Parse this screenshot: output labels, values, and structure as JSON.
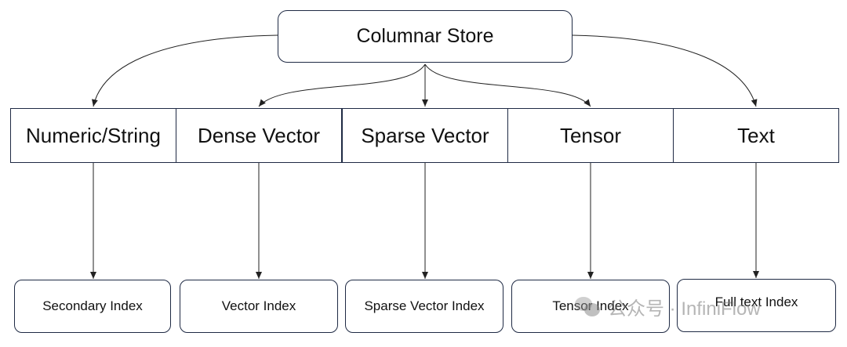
{
  "diagram": {
    "root": {
      "label": "Columnar Store"
    },
    "data_types": [
      {
        "label": "Numeric/String"
      },
      {
        "label": "Dense Vector"
      },
      {
        "label": "Sparse Vector"
      },
      {
        "label": "Tensor"
      },
      {
        "label": "Text"
      }
    ],
    "indexes": [
      {
        "label": "Secondary Index"
      },
      {
        "label": "Vector Index"
      },
      {
        "label": "Sparse Vector Index"
      },
      {
        "label": "Tensor Index"
      },
      {
        "label": "Full text Index"
      }
    ],
    "edges": [
      {
        "from": "Columnar Store",
        "to": "Numeric/String"
      },
      {
        "from": "Columnar Store",
        "to": "Dense Vector"
      },
      {
        "from": "Columnar Store",
        "to": "Sparse Vector"
      },
      {
        "from": "Columnar Store",
        "to": "Tensor"
      },
      {
        "from": "Columnar Store",
        "to": "Text"
      },
      {
        "from": "Numeric/String",
        "to": "Secondary Index"
      },
      {
        "from": "Dense Vector",
        "to": "Vector Index"
      },
      {
        "from": "Sparse Vector",
        "to": "Sparse Vector Index"
      },
      {
        "from": "Tensor",
        "to": "Tensor Index"
      },
      {
        "from": "Text",
        "to": "Full text Index"
      }
    ]
  },
  "watermark": {
    "text": "公众号 · InfiniFlow"
  },
  "colors": {
    "border": "#1f2a44",
    "line": "#222222",
    "background": "#ffffff"
  }
}
